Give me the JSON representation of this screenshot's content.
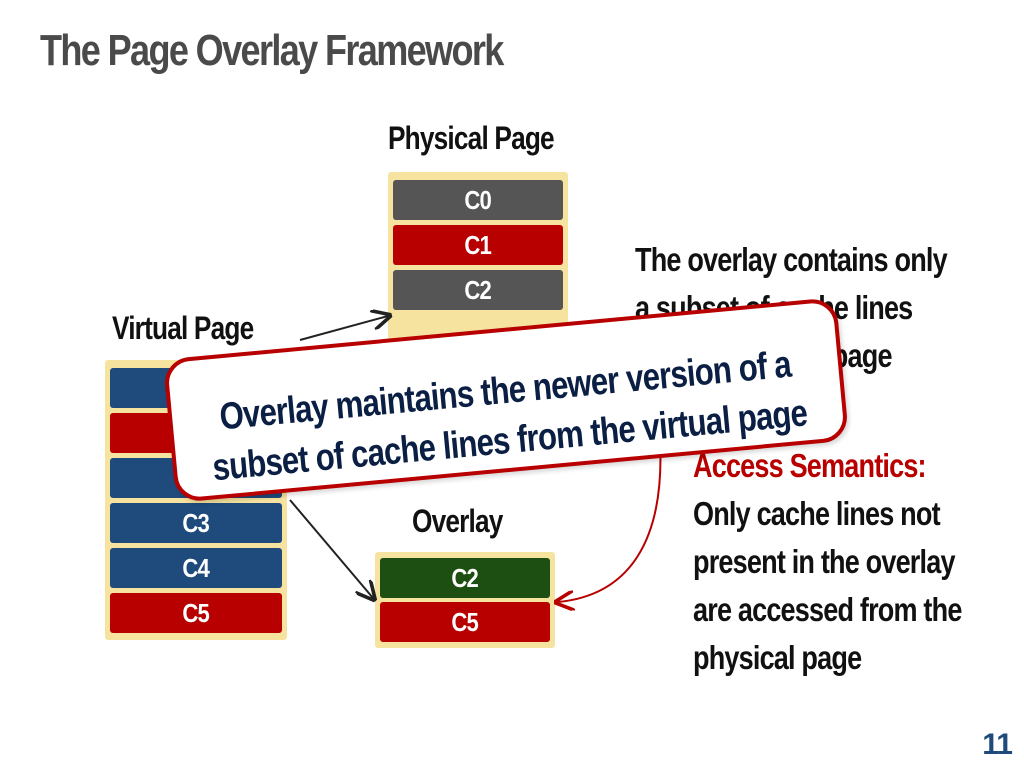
{
  "slide": {
    "title": "The Page Overlay Framework",
    "page_number": "11"
  },
  "physical_page": {
    "title": "Physical Page",
    "lines": [
      "C0",
      "C1",
      "C2"
    ]
  },
  "virtual_page": {
    "title": "Virtual Page",
    "lines": [
      "C3",
      "C4",
      "C5"
    ]
  },
  "overlay": {
    "title": "Overlay",
    "lines": [
      "C2",
      "C5"
    ]
  },
  "description": {
    "line1": "The overlay contains only",
    "line2": "a subset of cache lines",
    "line3": "page"
  },
  "semantics": {
    "heading": "Access Semantics:",
    "line1": "Only cache lines not",
    "line2": "present in the overlay",
    "line3": "are accessed from the",
    "line4": "physical page"
  },
  "callout": {
    "line1": "Overlay maintains the newer version of a",
    "line2": "subset of cache lines from the virtual page"
  },
  "colors": {
    "gray_line": "#555555",
    "dirty_line": "#b80000",
    "virtual_line": "#1e4a7c",
    "overlay_line": "#1e4f12",
    "stack_background": "#f6e39f"
  }
}
